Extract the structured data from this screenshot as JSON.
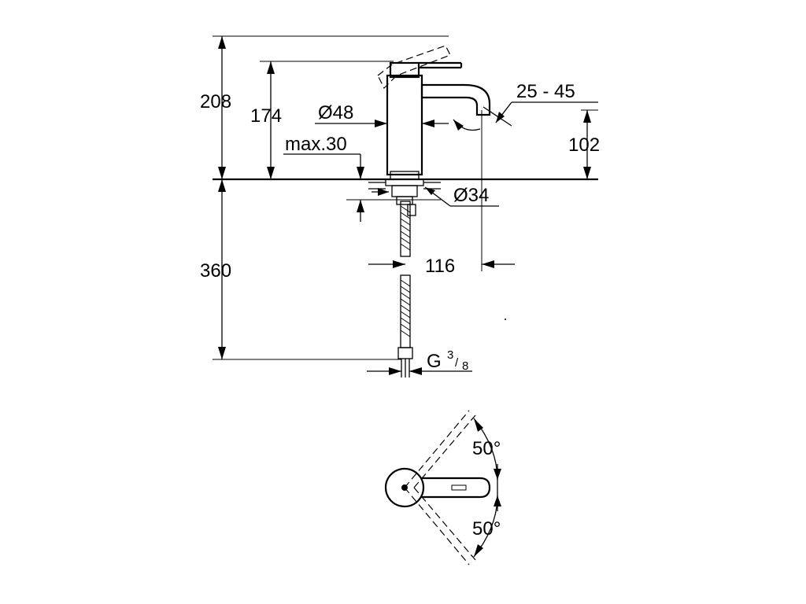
{
  "dimensions": {
    "total_height": "208",
    "spout_top_height": "174",
    "body_diameter": "Ø48",
    "max_deck_thickness": "max.30",
    "spout_angle": "25 - 45",
    "spout_outlet_height": "102",
    "mounting_hole": "Ø34",
    "hose_length": "360",
    "spout_projection": "116",
    "connection_thread_prefix": "G",
    "connection_thread_num": "3",
    "connection_thread_den": "8",
    "rotation_upper": "50°",
    "rotation_lower": "50°"
  }
}
